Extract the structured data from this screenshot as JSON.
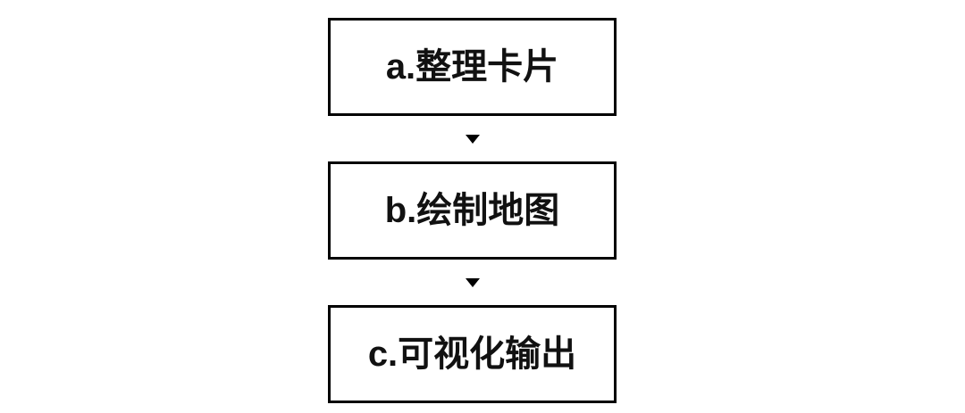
{
  "diagram": {
    "title": "",
    "type": "vertical-flowchart",
    "background_color": "#ffffff",
    "border_color": "#000000",
    "text_color": "#111111",
    "nodes": [
      {
        "id": "a",
        "label": "a.整理卡片"
      },
      {
        "id": "b",
        "label": "b.绘制地图"
      },
      {
        "id": "c",
        "label": "c.可视化输出"
      }
    ],
    "connectors": [
      {
        "icon": "triangle-down-icon",
        "from": "a",
        "to": "b"
      },
      {
        "icon": "triangle-down-icon",
        "from": "b",
        "to": "c"
      }
    ]
  }
}
